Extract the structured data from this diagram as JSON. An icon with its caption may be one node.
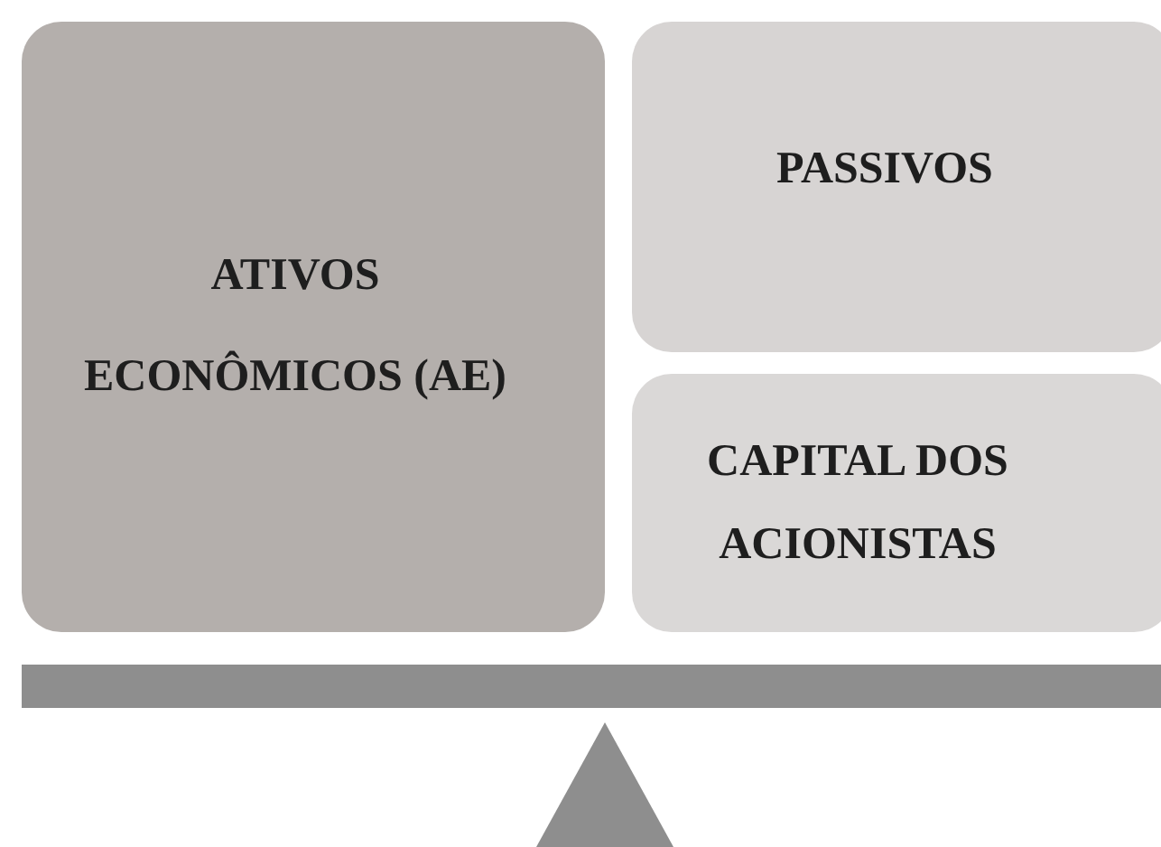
{
  "diagram": {
    "nodes": [
      {
        "text": [
          "ATIVOS ECONÔMICOS (AE)"
        ]
      },
      {
        "text": [
          "PASSIVOS"
        ]
      },
      {
        "text": [
          "CAPITAL DOS ACIONISTAS"
        ]
      }
    ]
  }
}
